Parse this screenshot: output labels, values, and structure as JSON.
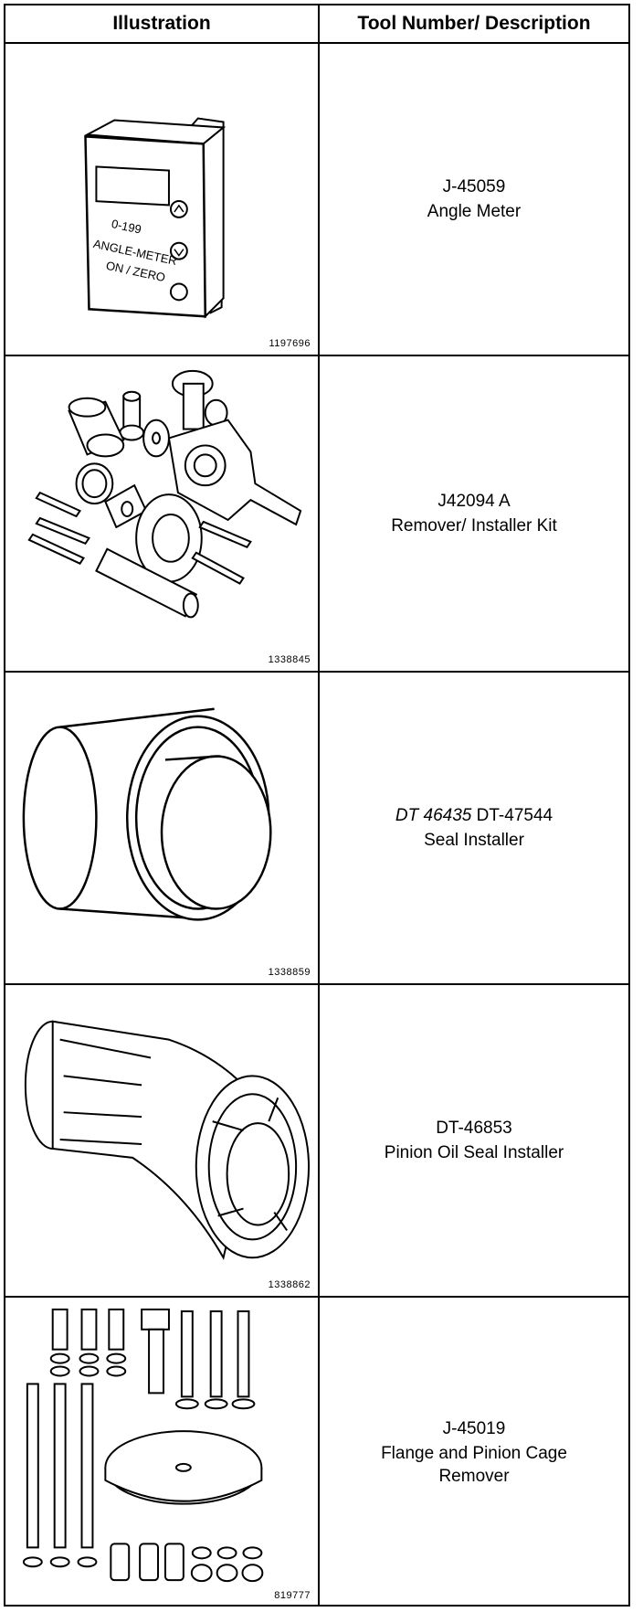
{
  "header": {
    "col1": "Illustration",
    "col2": "Tool Number/ Description"
  },
  "rows": [
    {
      "fig": "1197696",
      "number": "J-45059",
      "desc": "Angle Meter",
      "meter_text": [
        "0-199",
        "ANGLE-METER",
        "ON / ZERO"
      ]
    },
    {
      "fig": "1338845",
      "number": "J42094 A",
      "desc": "Remover/ Installer Kit"
    },
    {
      "fig": "1338859",
      "number_italic": "DT 46435",
      "number": "DT-47544",
      "desc": "Seal Installer"
    },
    {
      "fig": "1338862",
      "number": "DT-46853",
      "desc": "Pinion Oil Seal Installer"
    },
    {
      "fig": "819777",
      "number": "J-45019",
      "desc": "Flange and Pinion Cage",
      "desc2": "Remover"
    }
  ]
}
